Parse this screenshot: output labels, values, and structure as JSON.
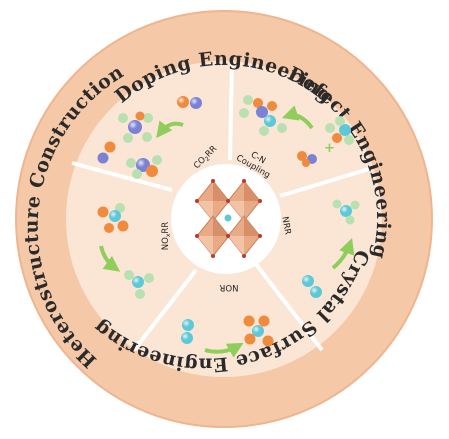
{
  "colors": {
    "outer_ring": "#f5c8a7",
    "outer_ring_edge": "#eeb58e",
    "inner_disk": "#fbe6d5",
    "center_circle": "#ffffff",
    "divider": "#ffffff",
    "arrow": "#8fce5b",
    "octahedron": "#e9aa86",
    "octahedron_dark": "#c97b57",
    "atom_orange": "#f08a3c",
    "atom_blue": "#7a82d6",
    "atom_cyan": "#5cc8d8",
    "atom_green": "#b9e0b0",
    "atom_red": "#c0392b"
  },
  "ring_labels": {
    "top": "Doping Engineering",
    "right": "Defect Engineering",
    "bottom": "Crystal Surface Engineering",
    "left": "Heterostructure Construction"
  },
  "sector_labels": {
    "co2rr_main": "CO",
    "co2rr_sub": "2",
    "co2rr_tail": "RR",
    "cn_line1": "C-N",
    "cn_line2": "Coupling",
    "nrr": "NRR",
    "nor": "NOR",
    "noxrr_main": "NO",
    "noxrr_sub": "x",
    "noxrr_tail": "RR"
  },
  "icons": {
    "center": "perovskite-octahedra-icon",
    "molecule": "molecule-icon",
    "arrow": "reaction-arrow-icon"
  }
}
